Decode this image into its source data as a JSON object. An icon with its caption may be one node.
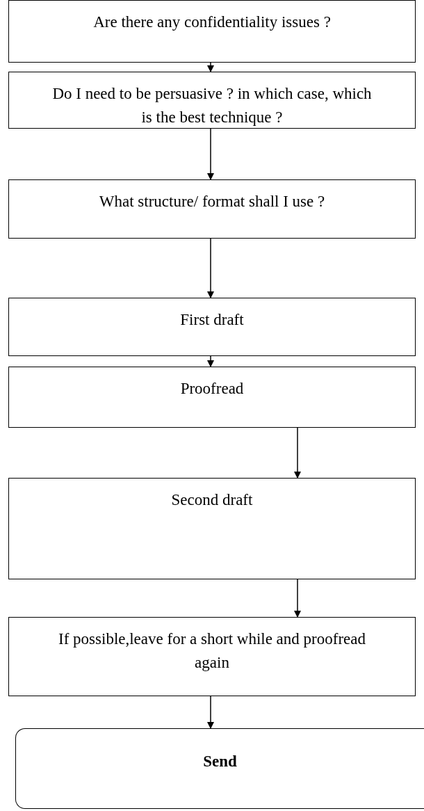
{
  "diagram": {
    "nodes": [
      {
        "text": [
          "Are there any confidentiality issues ?"
        ]
      },
      {
        "text": [
          "Do I need to be persuasive ? in which case, which is the best technique ?"
        ]
      },
      {
        "text": [
          "What structure/ format shall I use ?"
        ]
      },
      {
        "text": [
          "First draft"
        ]
      },
      {
        "text": [
          "Proofread"
        ]
      },
      {
        "text": [
          "Second draft"
        ]
      },
      {
        "text": [
          "If possible,leave for a short while and proofread again"
        ]
      },
      {
        "text": [
          "Send"
        ]
      }
    ],
    "edges": [
      {
        "from": 0,
        "to": 1,
        "arrow": "to"
      },
      {
        "from": 1,
        "to": 2,
        "arrow": "to"
      },
      {
        "from": 2,
        "to": 3,
        "arrow": "to"
      },
      {
        "from": 3,
        "to": 4,
        "arrow": "to"
      },
      {
        "from": 4,
        "to": 5,
        "arrow": "to"
      },
      {
        "from": 5,
        "to": 6,
        "arrow": "to"
      },
      {
        "from": 6,
        "to": 7,
        "arrow": "to"
      }
    ]
  }
}
